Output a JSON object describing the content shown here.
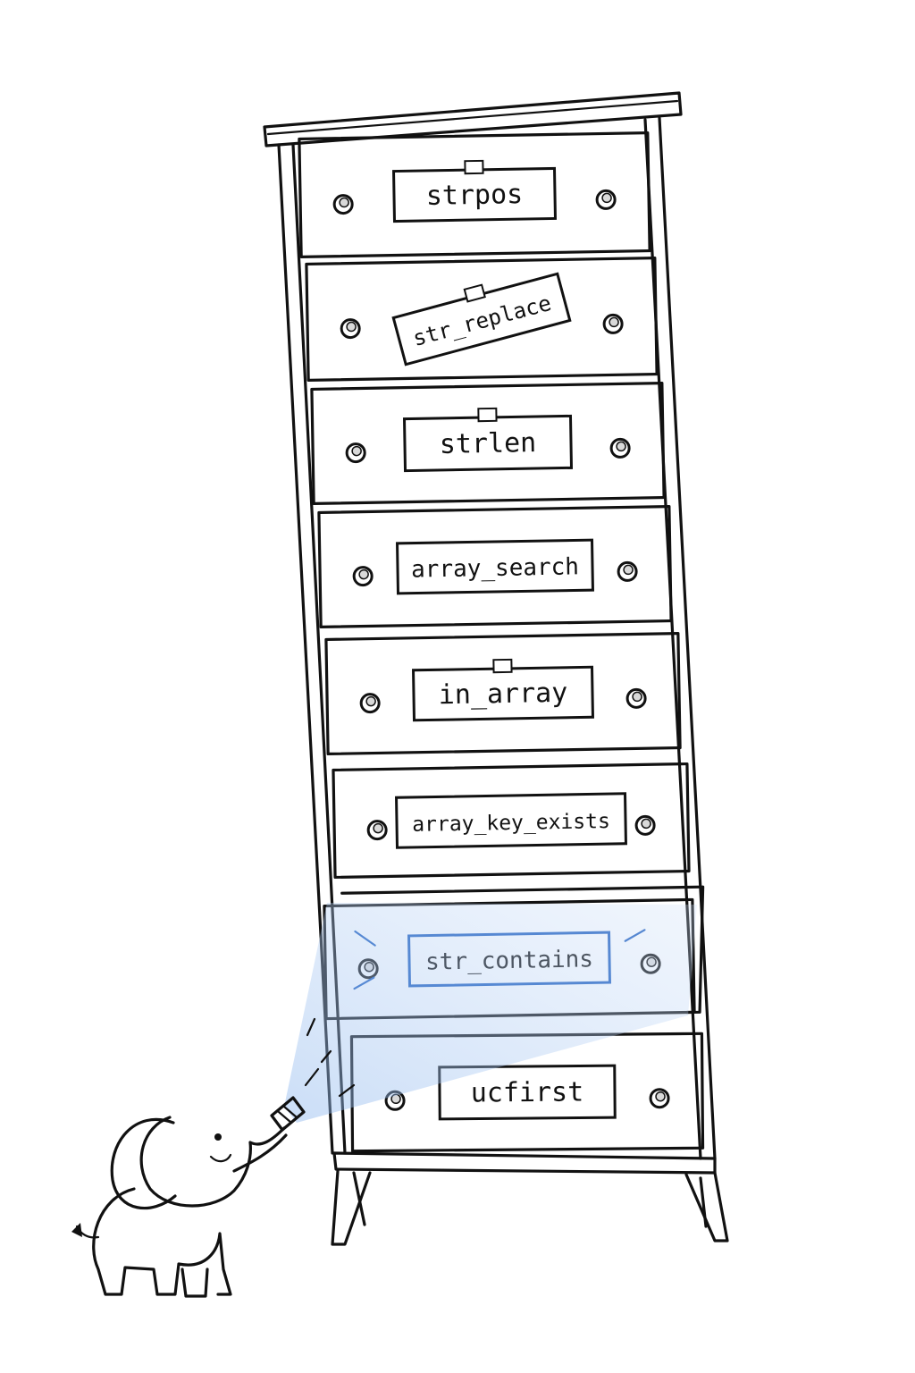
{
  "drawers": [
    {
      "label": "strpos"
    },
    {
      "label": "str_replace"
    },
    {
      "label": "strlen"
    },
    {
      "label": "array_search"
    },
    {
      "label": "in_array"
    },
    {
      "label": "array_key_exists"
    },
    {
      "label": "str_contains",
      "highlighted": true
    },
    {
      "label": "ucfirst"
    }
  ],
  "colors": {
    "ink": "#111111",
    "highlight": "#1f5fbf",
    "beam": "#8fb8ee",
    "paper": "#ffffff"
  },
  "icons": [
    "elephant-icon",
    "flashlight-icon"
  ]
}
